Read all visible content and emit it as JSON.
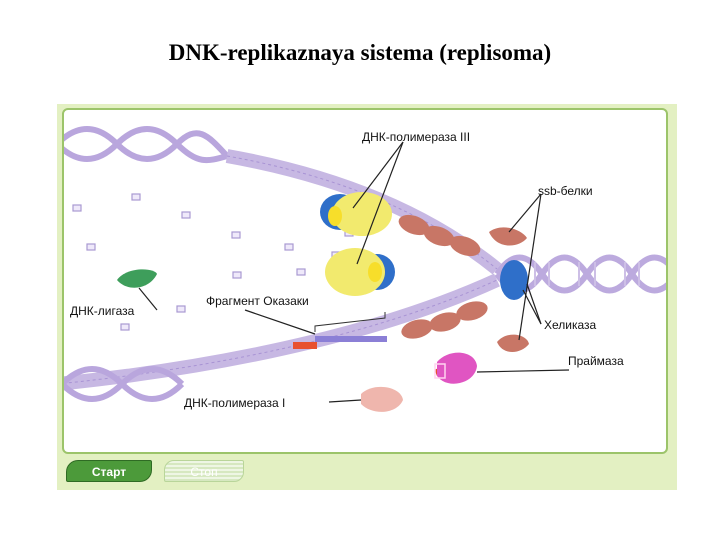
{
  "title": "DNK-replikaznaya sistema (replisoma)",
  "labels": {
    "polymerase3": "ДНК-полимераза III",
    "ssb": "ssb-белки",
    "ligase": "ДНК-лигаза",
    "okazaki": "Фрагмент Оказаки",
    "helicase": "Хеликаза",
    "primase": "Праймаза",
    "polymerase1": "ДНК-полимераза I"
  },
  "buttons": {
    "start": "Старт",
    "stop": "Стоп"
  },
  "colors": {
    "dna": "#b9a6dd",
    "polymerase3": "#f2ea6e",
    "clamp": "#2f6fc9",
    "helicase": "#2f6fc9",
    "ssb": "#c87666",
    "ligase": "#3e9e5b",
    "primase": "#e055c2",
    "polymerase1": "#efb6ad",
    "primer": "#e8502f",
    "frame": "#9cc46a"
  }
}
